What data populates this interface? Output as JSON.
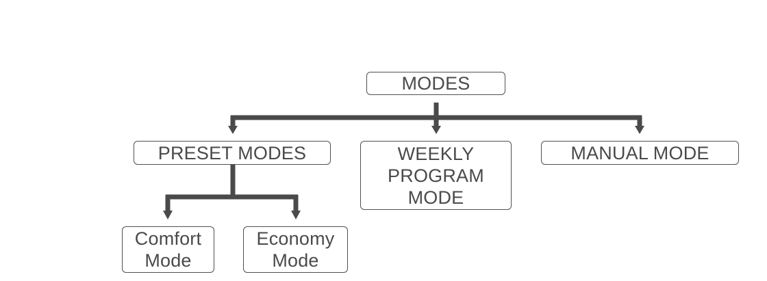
{
  "diagram": {
    "colors": {
      "connector": "#4a4a4a",
      "border": "#4f4f4f",
      "text": "#4a4a4a",
      "background": "#ffffff"
    },
    "nodes": {
      "modes": {
        "label": "MODES"
      },
      "preset_modes": {
        "label": "PRESET MODES"
      },
      "weekly_program_mode": {
        "lines": [
          "WEEKLY",
          "PROGRAM",
          "MODE"
        ]
      },
      "manual_mode": {
        "label": "MANUAL MODE"
      },
      "comfort_mode": {
        "lines": [
          "Comfort",
          "Mode"
        ]
      },
      "economy_mode": {
        "lines": [
          "Economy",
          "Mode"
        ]
      }
    },
    "edges": [
      {
        "from": "MODES",
        "to": "PRESET MODES"
      },
      {
        "from": "MODES",
        "to": "WEEKLY PROGRAM MODE"
      },
      {
        "from": "MODES",
        "to": "MANUAL MODE"
      },
      {
        "from": "PRESET MODES",
        "to": "Comfort Mode"
      },
      {
        "from": "PRESET MODES",
        "to": "Economy Mode"
      }
    ]
  }
}
